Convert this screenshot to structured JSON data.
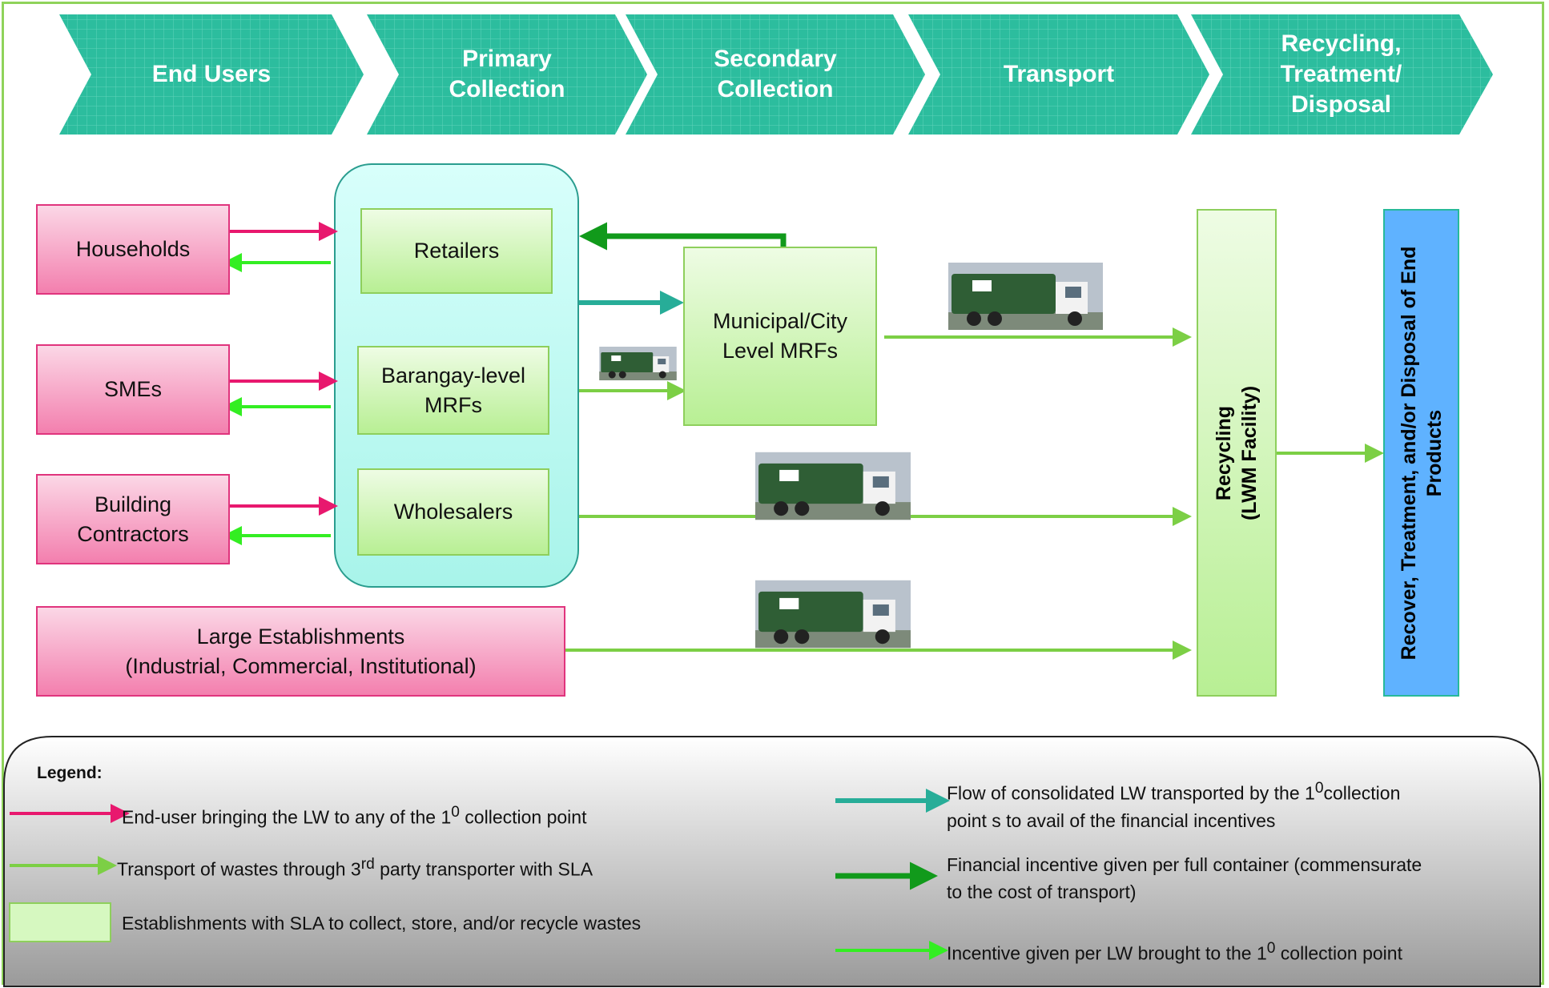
{
  "stages": [
    "End Users",
    "Primary\nCollection",
    "Secondary\nCollection",
    "Transport",
    "Recycling,\nTreatment/\nDisposal"
  ],
  "end_users": {
    "households": "Households",
    "smes": "SMEs",
    "building_contractors": "Building\nContractors",
    "large_establishments": "Large Establishments\n(Industrial, Commercial, Institutional)"
  },
  "primary": {
    "retailers": "Retailers",
    "barangay": "Barangay-level\nMRFs",
    "wholesalers": "Wholesalers"
  },
  "secondary": {
    "municipal": "Municipal/City\nLevel MRFs"
  },
  "recycling": {
    "label": "Recycling\n(LWM Facility)"
  },
  "final": {
    "label": "Recover, Treatment, and/or Disposal of End\nProducts"
  },
  "legend": {
    "title": "Legend:",
    "items": {
      "end_user": {
        "text": "End-user bringing the LW to  any of the 1",
        "sup": "0",
        "after": " collection point"
      },
      "transport": {
        "text": "Transport of wastes through 3",
        "sup": "rd",
        "after": " party transporter with SLA"
      },
      "establishments": {
        "text": "Establishments with SLA to collect, store, and/or recycle wastes"
      },
      "flow": {
        "text": "Flow of consolidated LW transported by the 1",
        "sup": "0",
        "after": "collection\npoint s to avail of the financial incentives"
      },
      "financial": {
        "text": "Financial incentive given per full container (commensurate\nto the cost of transport)"
      },
      "incentive": {
        "text": "Incentive given per LW brought to the 1",
        "sup": "0",
        "after": " collection point"
      }
    }
  },
  "colors": {
    "end_user_arrow": "#e8186e",
    "transport_arrow": "#7ccf45",
    "incentive_arrow": "#33ee22",
    "flow_arrow": "#27ad98",
    "financial_arrow": "#119a1b",
    "chevron": "#27b99a",
    "frame": "#8fd35a"
  },
  "icons": [
    "truck-image"
  ]
}
